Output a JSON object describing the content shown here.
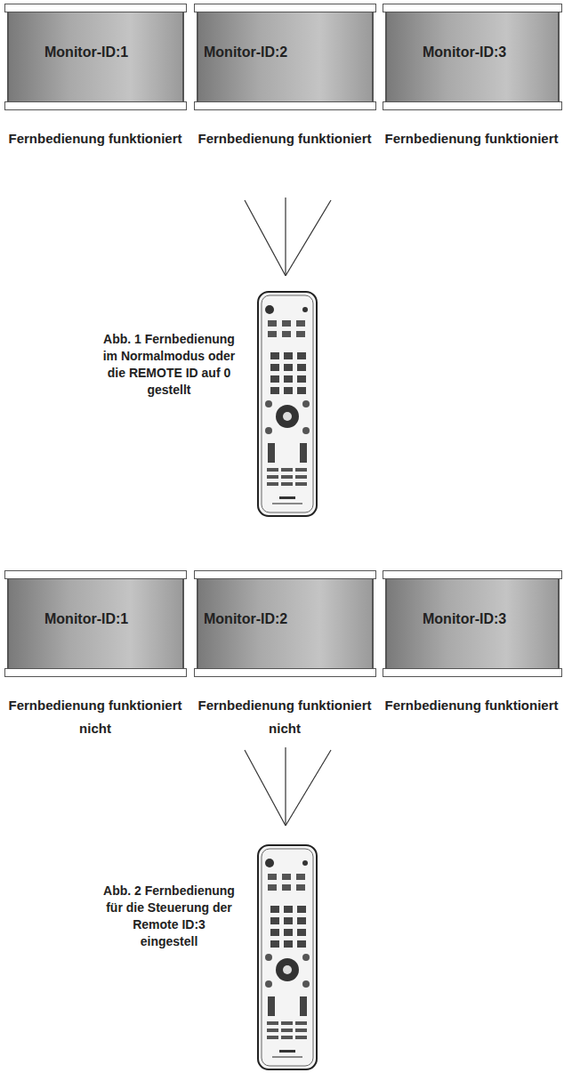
{
  "diagram": {
    "nodes": [
      {
        "text": [
          "Monitor-ID:1"
        ]
      },
      {
        "text": [
          "Monitor-ID:2"
        ]
      },
      {
        "text": [
          "Monitor-ID:3"
        ]
      },
      {
        "text": [
          "Monitor-ID:1"
        ]
      },
      {
        "text": [
          "Monitor-ID:2"
        ]
      },
      {
        "text": [
          "Monitor-ID:3"
        ]
      }
    ],
    "labels": [
      "Fernbedienung funktioniert",
      "Fernbedienung funktioniert",
      "Fernbedienung funktioniert",
      "Abb. 1 Fernbedienung im Normalmodus oder die REMOTE ID auf 0 gestellt",
      "Fernbedienung funktioniert nicht",
      "Fernbedienung funktioniert nicht",
      "Fernbedienung funktioniert",
      "Abb. 2 Fernbedienung für die Steuerung der Remote ID:3 eingestell"
    ]
  }
}
